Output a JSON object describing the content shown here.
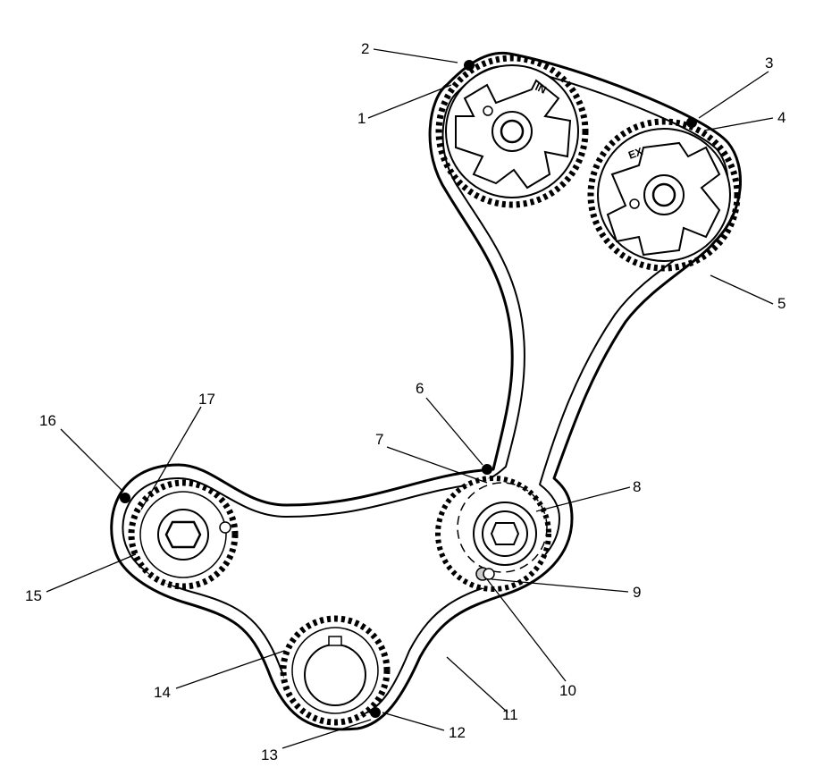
{
  "diagram": {
    "callouts": [
      "1",
      "2",
      "3",
      "4",
      "5",
      "6",
      "7",
      "8",
      "9",
      "10",
      "11",
      "12",
      "13",
      "14",
      "15",
      "16",
      "17"
    ],
    "sprocket_labels": {
      "intake": "IN",
      "exhaust": "EX"
    }
  }
}
